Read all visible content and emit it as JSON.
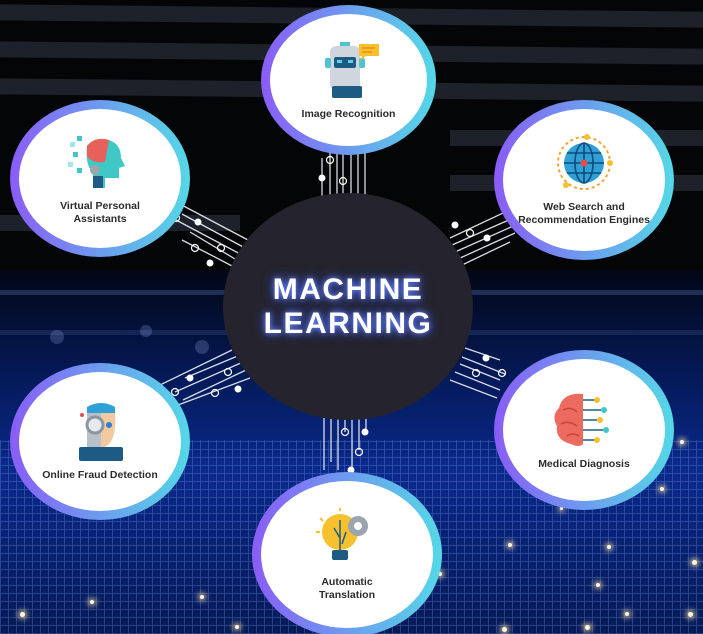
{
  "center": {
    "line1": "MACHINE",
    "line2": "LEARNING"
  },
  "nodes": [
    {
      "id": "image-recognition",
      "label": "Image Recognition",
      "icon": "robot-icon"
    },
    {
      "id": "virtual-personal-assistants",
      "label": "Virtual Personal Assistants",
      "label_line1": "Virtual Personal",
      "label_line2": "Assistants",
      "icon": "ai-head-icon"
    },
    {
      "id": "web-search",
      "label": "Web Search and Recommendation Engines",
      "label_line1": "Web Search and",
      "label_line2": "Recommendation Engines",
      "icon": "globe-icon"
    },
    {
      "id": "online-fraud-detection",
      "label": "Online Fraud Detection",
      "icon": "cyborg-face-icon"
    },
    {
      "id": "medical-diagnosis",
      "label": "Medical Diagnosis",
      "icon": "brain-circuit-icon"
    },
    {
      "id": "automatic-translation",
      "label": "Automatic Translation",
      "label_line1": "Automatic",
      "label_line2": "Translation",
      "icon": "lightbulb-gear-icon"
    }
  ],
  "colors": {
    "ring_start": "#8a5cf6",
    "ring_end": "#55d8e6",
    "center_fill": "#25232d",
    "glow": "#3b5cff"
  }
}
